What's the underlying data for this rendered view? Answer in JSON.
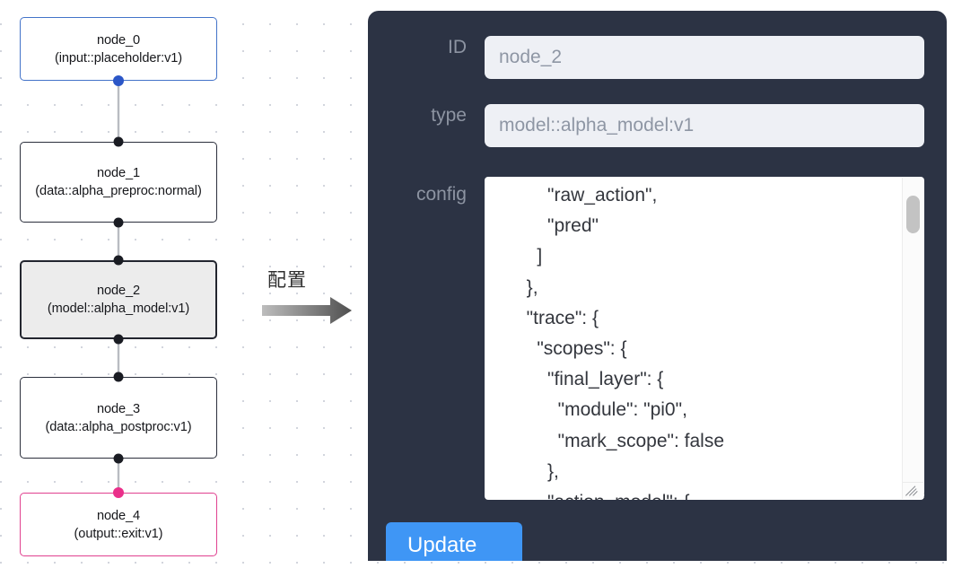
{
  "graph": {
    "nodes": [
      {
        "name": "node_0",
        "subtitle": "(input::placeholder:v1)",
        "kind": "input",
        "selected": false
      },
      {
        "name": "node_1",
        "subtitle": "(data::alpha_preproc:normal)",
        "kind": "default",
        "selected": false
      },
      {
        "name": "node_2",
        "subtitle": "(model::alpha_model:v1)",
        "kind": "default",
        "selected": true
      },
      {
        "name": "node_3",
        "subtitle": "(data::alpha_postproc:v1)",
        "kind": "default",
        "selected": false
      },
      {
        "name": "node_4",
        "subtitle": "(output::exit:v1)",
        "kind": "output",
        "selected": false
      }
    ],
    "colors": {
      "input_border": "#4373c9",
      "output_border": "#e0418f",
      "default_border": "#2b2f3c",
      "selected_fill": "#ececec",
      "port": "#1a1c23",
      "port_input": "#2b56c7",
      "port_output": "#ea2f8a",
      "edge": "#b9bcc2"
    }
  },
  "annotation": {
    "label": "配置",
    "arrow_icon": "right-arrow-icon",
    "arrow_color": "#8a8a8a"
  },
  "panel": {
    "background": "#2c3344",
    "fields": {
      "id": {
        "label": "ID",
        "value": "node_2",
        "placeholder": "node_2"
      },
      "type": {
        "label": "type",
        "value": "model::alpha_model:v1",
        "placeholder": "model::alpha_model:v1"
      },
      "config": {
        "label": "config",
        "value": "            \"raw_action\",\n            \"pred\"\n          ]\n        },\n        \"trace\": {\n          \"scopes\": {\n            \"final_layer\": {\n              \"module\": \"pi0\",\n              \"mark_scope\": false\n            },\n            \"action_model\": {",
        "scrollbar": {
          "thumb_position": "top",
          "icon": "scrollbar-thumb"
        },
        "resize_grip_icon": "resize-grip-icon"
      }
    },
    "update_button": {
      "label": "Update",
      "color": "#3f96f5"
    }
  }
}
